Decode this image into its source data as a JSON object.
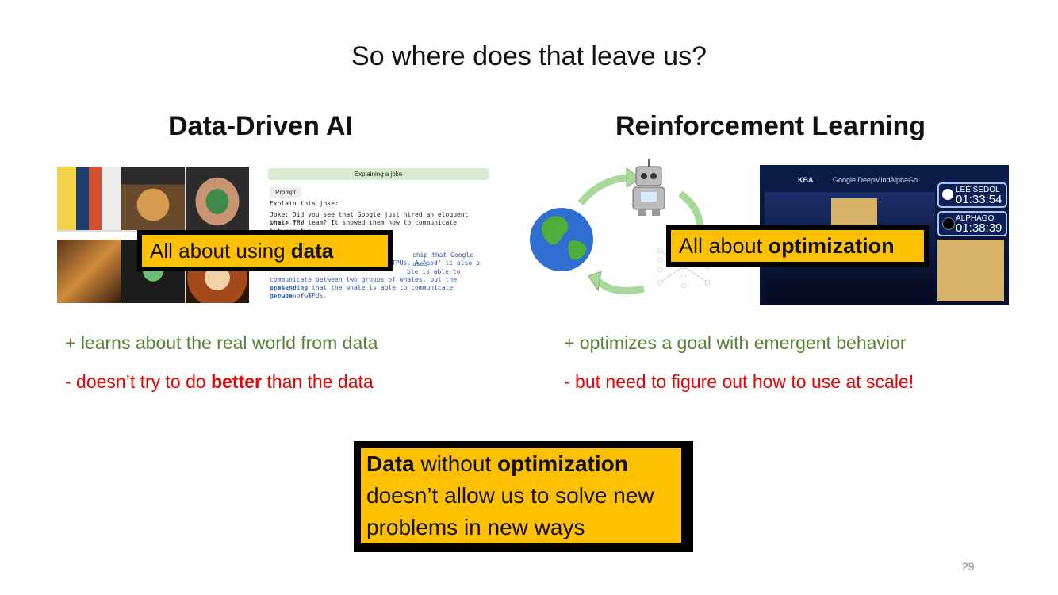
{
  "slide": {
    "title": "So where does that leave us?",
    "page_number": "29"
  },
  "left": {
    "heading": "Data-Driven AI",
    "badge_prefix": "All about using ",
    "badge_bold": "data",
    "prompt": {
      "header": "Explaining a joke",
      "chip": "Prompt",
      "line1": "Explain this joke:",
      "line2": "Joke: Did you see that Google just hired an eloquent whale for",
      "line3": "their TPU team? It showed them how to communicate between two",
      "line4": "chip that Google uses",
      "line5": "TPUs. A \"pod\" is also a",
      "line6": "ble is able to",
      "line7": "communicate between two groups of whales, but the speaker is",
      "line8": "pretending that the whale is able to communicate between two",
      "line9": "groups of TPUs."
    },
    "bullet_plus": "+ learns about the real world from data",
    "bullet_minus_a": "- doesn’t try to do ",
    "bullet_minus_bold": "better",
    "bullet_minus_b": " than the data"
  },
  "right": {
    "heading": "Reinforcement Learning",
    "badge_prefix": "All about ",
    "badge_bold": "optimization",
    "scoreboard": {
      "p1_name": "LEE SEDOL",
      "p1_time": "01:33:54",
      "p2_name": "ALPHAGO",
      "p2_time": "01:38:39",
      "logo_kba": "KBA",
      "logo_deepmind": "Google DeepMind",
      "logo_alphago": "AlphaGo"
    },
    "bullet_plus": "+ optimizes a goal with emergent behavior",
    "bullet_minus": "- but need to figure out how to use at scale!"
  },
  "conclusion": {
    "l1_bold1": "Data",
    "l1_mid": " without ",
    "l1_bold2": "optimization",
    "line2": "doesn’t allow us to solve new",
    "line3": "problems in new ways"
  },
  "colors": {
    "accent_yellow": "#ffc000",
    "pro_green": "#548235",
    "con_red": "#ee0000"
  }
}
